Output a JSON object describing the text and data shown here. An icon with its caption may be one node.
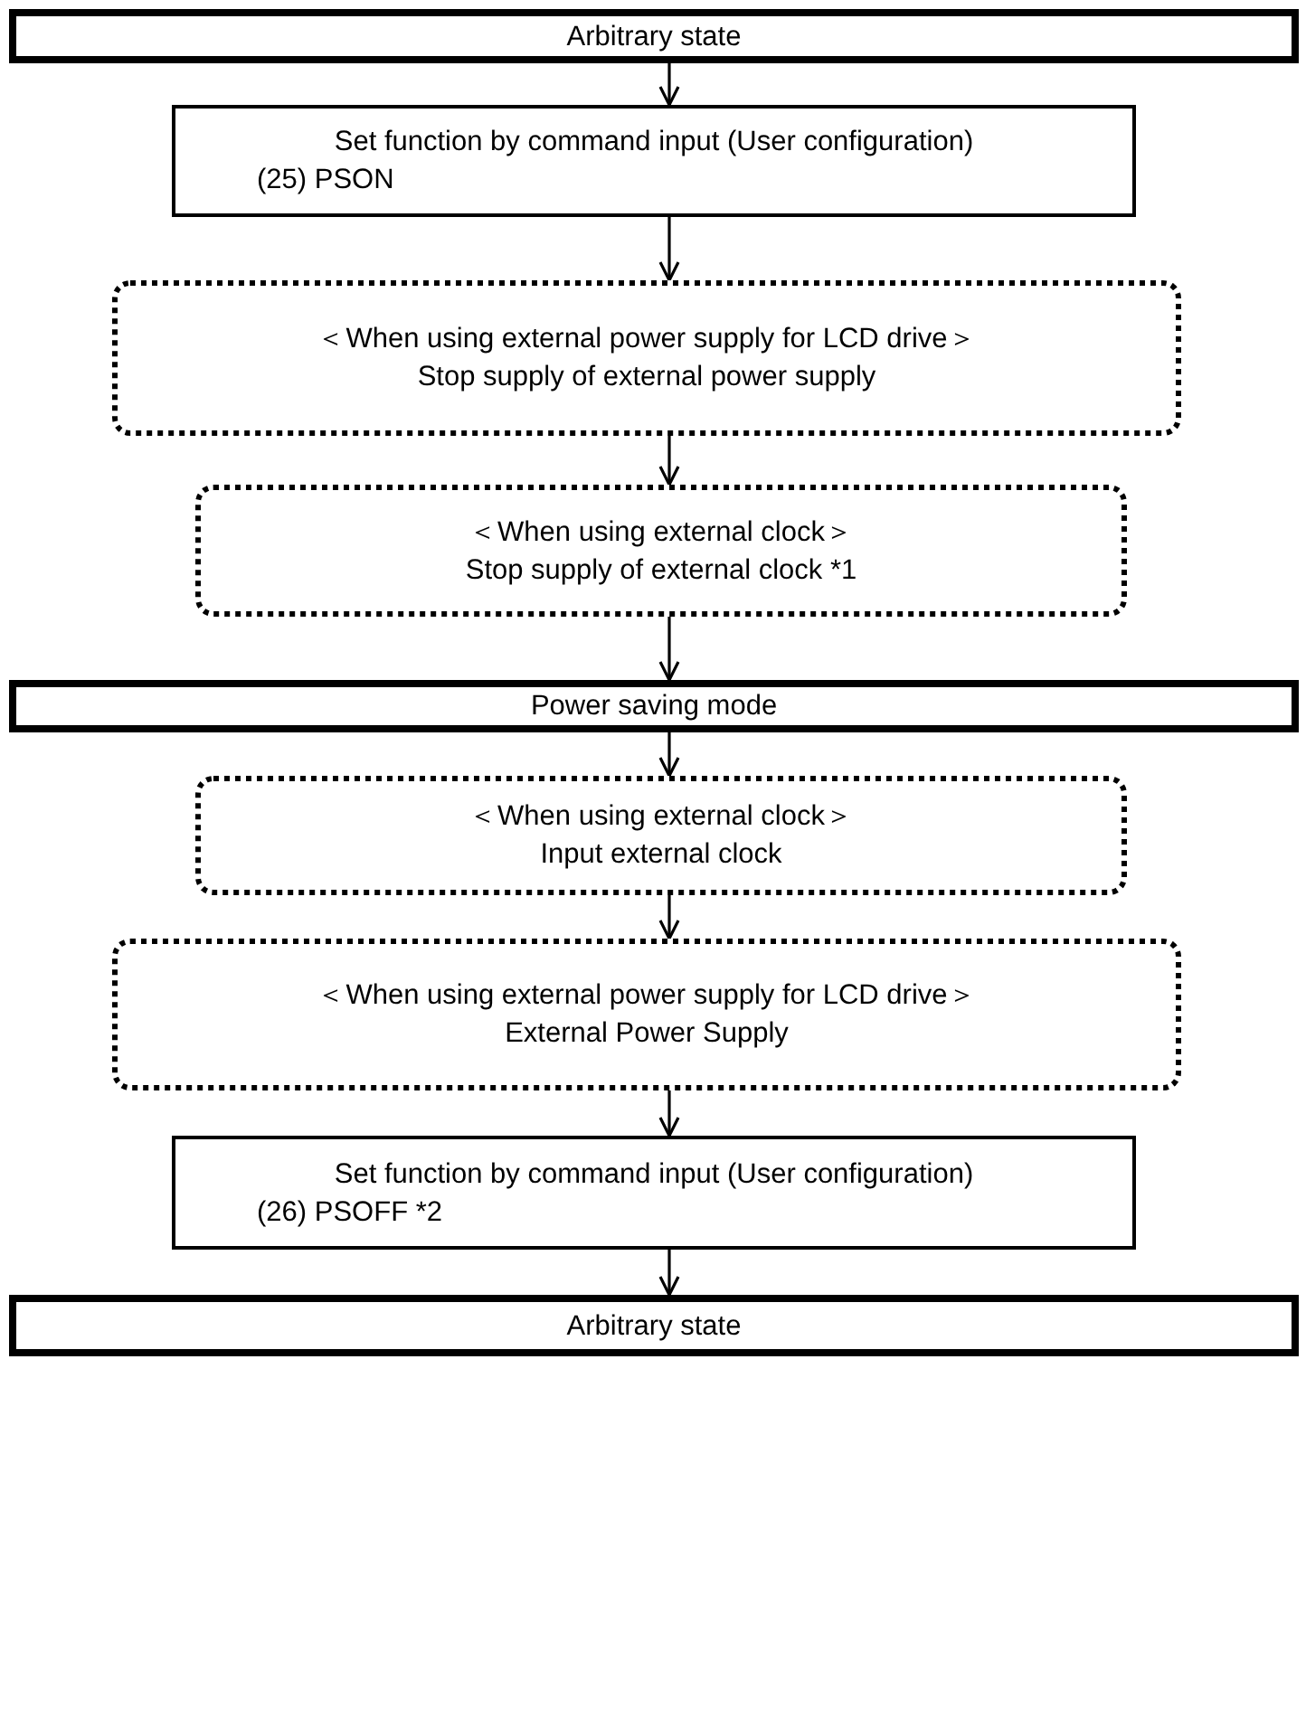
{
  "diagram": {
    "nodes": [
      {
        "text": [
          "Arbitrary state"
        ]
      },
      {
        "text": [
          "Set function by command input (User configuration)",
          "(25) PSON"
        ]
      },
      {
        "text": [
          "＜When using external power supply for LCD drive＞",
          "Stop supply of external power supply"
        ]
      },
      {
        "text": [
          "＜When using external clock＞",
          "Stop supply of external clock *1"
        ]
      },
      {
        "text": [
          "Power saving mode"
        ]
      },
      {
        "text": [
          "＜When using external clock＞",
          "Input external clock"
        ]
      },
      {
        "text": [
          "＜When using external power supply for LCD drive＞",
          "External Power Supply"
        ]
      },
      {
        "text": [
          "Set function by command input (User configuration)",
          "(26) PSOFF *2"
        ]
      },
      {
        "text": [
          "Arbitrary state"
        ]
      }
    ],
    "edges": [
      {
        "from": 0,
        "to": 1,
        "arrow": "to"
      },
      {
        "from": 1,
        "to": 2,
        "arrow": "to"
      },
      {
        "from": 2,
        "to": 3,
        "arrow": "to"
      },
      {
        "from": 3,
        "to": 4,
        "arrow": "to"
      },
      {
        "from": 4,
        "to": 5,
        "arrow": "to"
      },
      {
        "from": 5,
        "to": 6,
        "arrow": "to"
      },
      {
        "from": 6,
        "to": 7,
        "arrow": "to"
      },
      {
        "from": 7,
        "to": 8,
        "arrow": "to"
      }
    ]
  }
}
